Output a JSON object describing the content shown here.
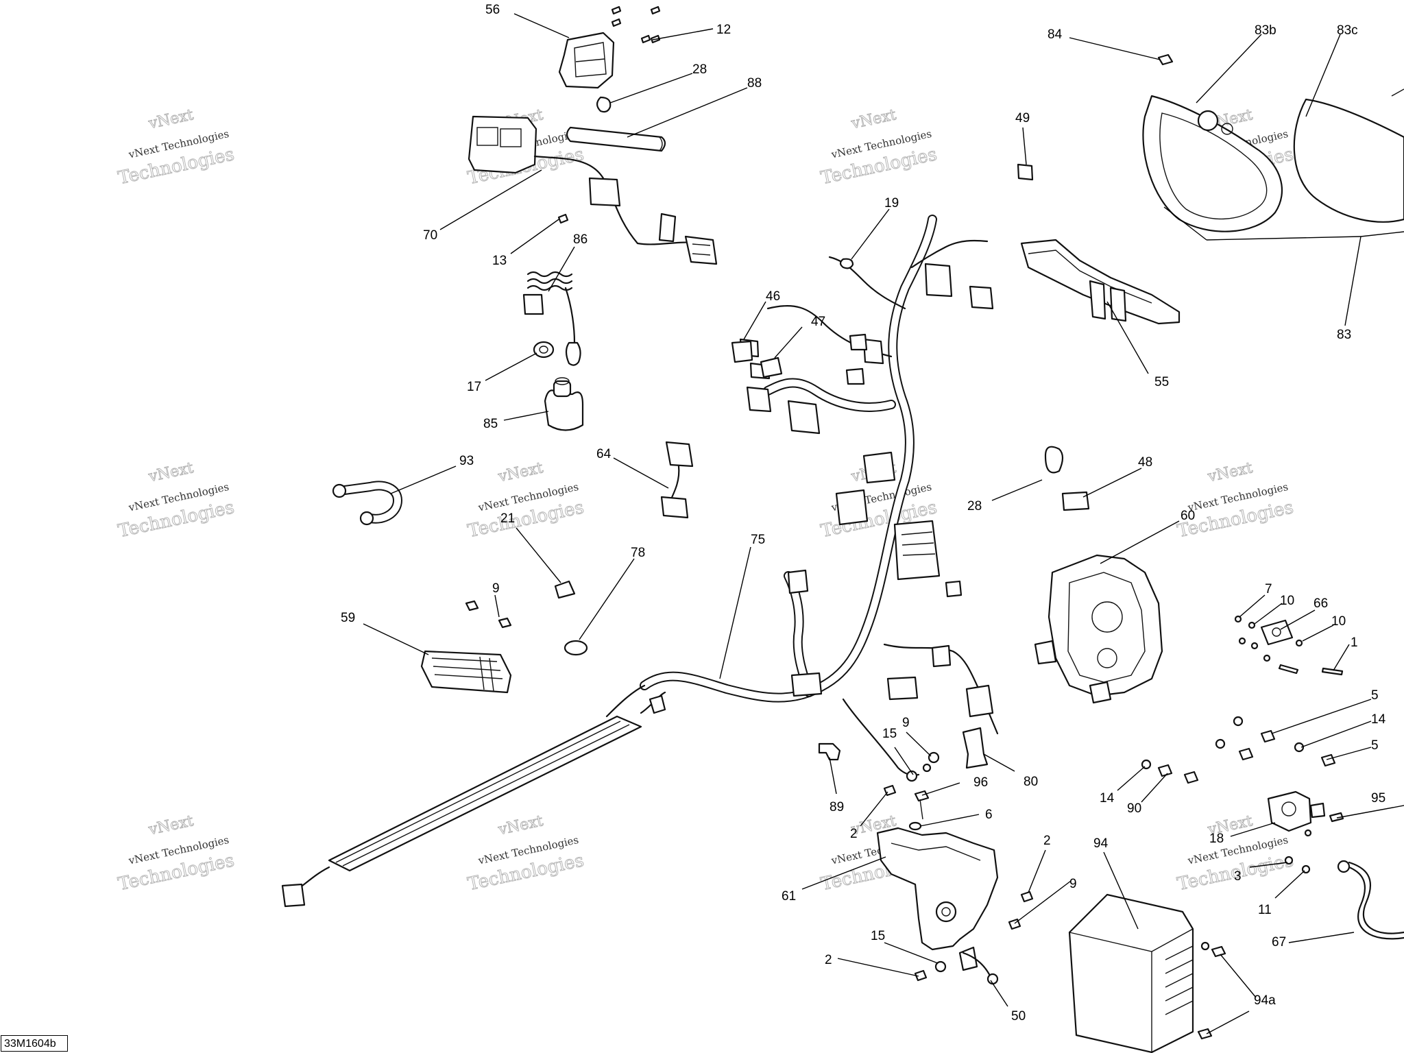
{
  "watermark": {
    "line1": "vNext",
    "line2": "vNext Technologies",
    "line3": "Technologies"
  },
  "document_code": "33M1604b",
  "callouts": [
    {
      "id": "c56",
      "text": "56"
    },
    {
      "id": "c12",
      "text": "12"
    },
    {
      "id": "c28a",
      "text": "28"
    },
    {
      "id": "c88",
      "text": "88"
    },
    {
      "id": "c70",
      "text": "70"
    },
    {
      "id": "c13",
      "text": "13"
    },
    {
      "id": "c86",
      "text": "86"
    },
    {
      "id": "c17",
      "text": "17"
    },
    {
      "id": "c85",
      "text": "85"
    },
    {
      "id": "c93",
      "text": "93"
    },
    {
      "id": "c64",
      "text": "64"
    },
    {
      "id": "c21",
      "text": "21"
    },
    {
      "id": "c78",
      "text": "78"
    },
    {
      "id": "c9a",
      "text": "9"
    },
    {
      "id": "c59",
      "text": "59"
    },
    {
      "id": "c75",
      "text": "75"
    },
    {
      "id": "c46",
      "text": "46"
    },
    {
      "id": "c47",
      "text": "47"
    },
    {
      "id": "c19",
      "text": "19"
    },
    {
      "id": "c49",
      "text": "49"
    },
    {
      "id": "c84",
      "text": "84"
    },
    {
      "id": "c83b",
      "text": "83b"
    },
    {
      "id": "c83c",
      "text": "83c"
    },
    {
      "id": "c83",
      "text": "83"
    },
    {
      "id": "c55",
      "text": "55"
    },
    {
      "id": "c28b",
      "text": "28"
    },
    {
      "id": "c48",
      "text": "48"
    },
    {
      "id": "c60",
      "text": "60"
    },
    {
      "id": "c7",
      "text": "7"
    },
    {
      "id": "c10a",
      "text": "10"
    },
    {
      "id": "c66",
      "text": "66"
    },
    {
      "id": "c10b",
      "text": "10"
    },
    {
      "id": "c1",
      "text": "1"
    },
    {
      "id": "c5a",
      "text": "5"
    },
    {
      "id": "c14a",
      "text": "14"
    },
    {
      "id": "c5b",
      "text": "5"
    },
    {
      "id": "c14b",
      "text": "14"
    },
    {
      "id": "c90",
      "text": "90"
    },
    {
      "id": "c95",
      "text": "95"
    },
    {
      "id": "c18",
      "text": "18"
    },
    {
      "id": "c3",
      "text": "3"
    },
    {
      "id": "c11",
      "text": "11"
    },
    {
      "id": "c67",
      "text": "67"
    },
    {
      "id": "c9b",
      "text": "9"
    },
    {
      "id": "c15a",
      "text": "15"
    },
    {
      "id": "c80",
      "text": "80"
    },
    {
      "id": "c96",
      "text": "96"
    },
    {
      "id": "c89",
      "text": "89"
    },
    {
      "id": "c2a",
      "text": "2"
    },
    {
      "id": "c6",
      "text": "6"
    },
    {
      "id": "c61",
      "text": "61"
    },
    {
      "id": "c2b",
      "text": "2"
    },
    {
      "id": "c9c",
      "text": "9"
    },
    {
      "id": "c94",
      "text": "94"
    },
    {
      "id": "c15b",
      "text": "15"
    },
    {
      "id": "c2c",
      "text": "2"
    },
    {
      "id": "c50",
      "text": "50"
    },
    {
      "id": "c94a",
      "text": "94a"
    }
  ]
}
